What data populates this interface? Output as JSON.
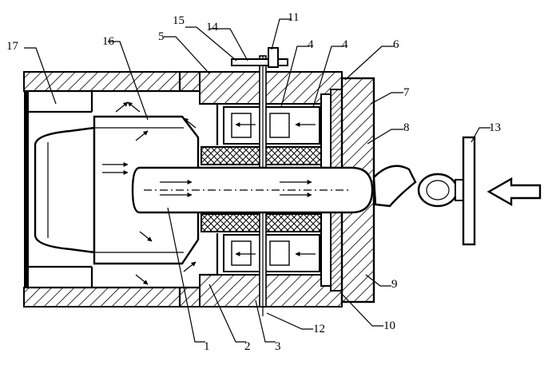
{
  "labels": {
    "l1": "1",
    "l2": "2",
    "l3": "3",
    "l4a": "4",
    "l4b": "4",
    "l5": "5",
    "l6": "6",
    "l7": "7",
    "l8": "8",
    "l9": "9",
    "l10": "10",
    "l11": "11",
    "l12": "12",
    "l13": "13",
    "l14": "14",
    "l15": "15",
    "l16": "16",
    "l17": "17"
  }
}
